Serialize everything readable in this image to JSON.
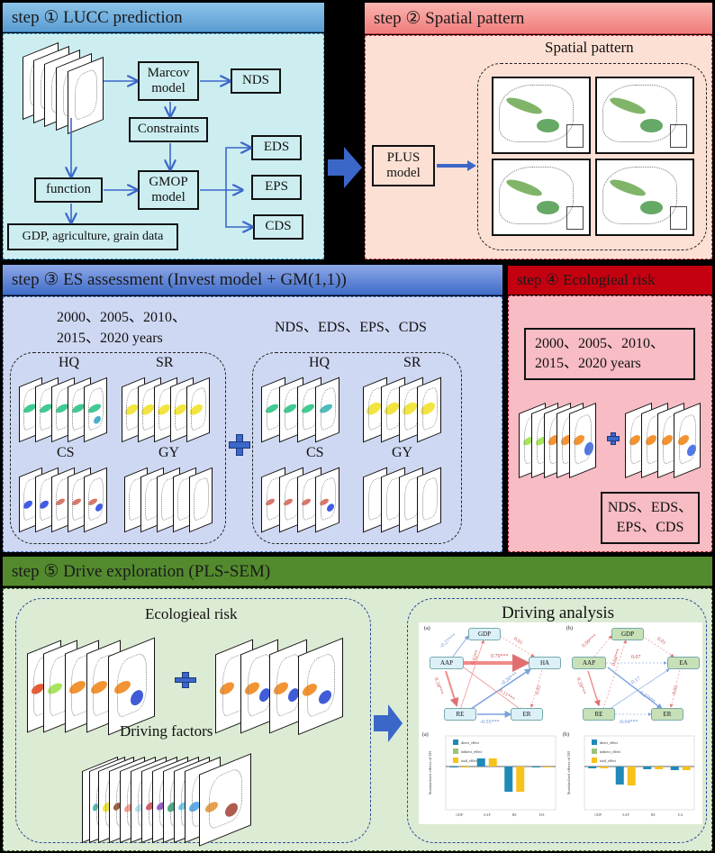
{
  "step1": {
    "title": "step ① LUCC prediction",
    "boxes": {
      "marcov": "Marcov model",
      "nds": "NDS",
      "constraints": "Constraints",
      "eds": "EDS",
      "gmop": "GMOP model",
      "eps": "EPS",
      "function": "function",
      "cds": "CDS",
      "data": "GDP, agriculture, grain data"
    }
  },
  "step2": {
    "title": "step ② Spatial pattern",
    "plus_model": "PLUS model",
    "group_label": "Spatial pattern",
    "map_count": 4
  },
  "step3": {
    "title": "step ③ ES assessment (Invest model  +  GM(1,1))",
    "years_line1": "2000、2005、2010、",
    "years_line2": "2015、2020 years",
    "scenarios": "NDS、EDS、EPS、CDS",
    "services": [
      "HQ",
      "SR",
      "CS",
      "GY"
    ]
  },
  "step4": {
    "title": "step ④ Ecologieal risk",
    "years_line1": "2000、2005、2010、",
    "years_line2": "2015、2020 years",
    "scen_line1": "NDS、EDS、",
    "scen_line2": "EPS、CDS"
  },
  "step5": {
    "title": "step ⑤ Drive exploration (PLS-SEM)",
    "eco_risk_label": "Ecologieal risk",
    "driving_factors_label": "Driving factors",
    "driving_analysis_label": "Driving analysis",
    "sem_a": {
      "tag": "(a)",
      "nodes": [
        "GDP",
        "AAP",
        "HA",
        "RE",
        "ER"
      ],
      "coefs": [
        "-0.27***",
        "0.62**",
        "0.01",
        "0.79***",
        "-0.20***",
        "0.34***",
        "0.11***",
        "0.01",
        "-0.55***"
      ]
    },
    "sem_b": {
      "tag": "(b)",
      "nodes": [
        "GDP",
        "AAP",
        "EA",
        "RE",
        "ER"
      ],
      "coefs": [
        "0.09***",
        "0.64***",
        "0.01",
        "0.07",
        "0.17",
        "0.28***",
        "-0.27***",
        "0.01",
        "-0.04***"
      ]
    },
    "bar_a": {
      "tag": "(a)",
      "ylabel": "Standardized effects of ER",
      "legend": [
        "direct_effect",
        "indirect_effect",
        "total_effect"
      ],
      "categories": [
        "GDP",
        "AAP",
        "RE",
        "HA"
      ]
    },
    "bar_b": {
      "tag": "(b)",
      "ylabel": "Standardized effects of ER",
      "legend": [
        "direct_effect",
        "indirect_effect",
        "total_effect"
      ],
      "categories": [
        "GDP",
        "AAP",
        "RE",
        "EA"
      ]
    }
  },
  "colors": {
    "step1_header": "#5fa3d6",
    "step1_body": "#cdeef0",
    "step2_header": "#f07c7c",
    "step2_body": "#fde0d4",
    "step3_header": "#3f6cc8",
    "step3_body": "#cfd8f2",
    "step4_header": "#c40010",
    "step4_body": "#f7bcc4",
    "step5_header": "#538a2e",
    "step5_body": "#dcebd3",
    "arrow_blue": "#3b67c9",
    "direct": "#1f8ab8",
    "indirect": "#9bc47a",
    "total": "#f7c21b"
  }
}
